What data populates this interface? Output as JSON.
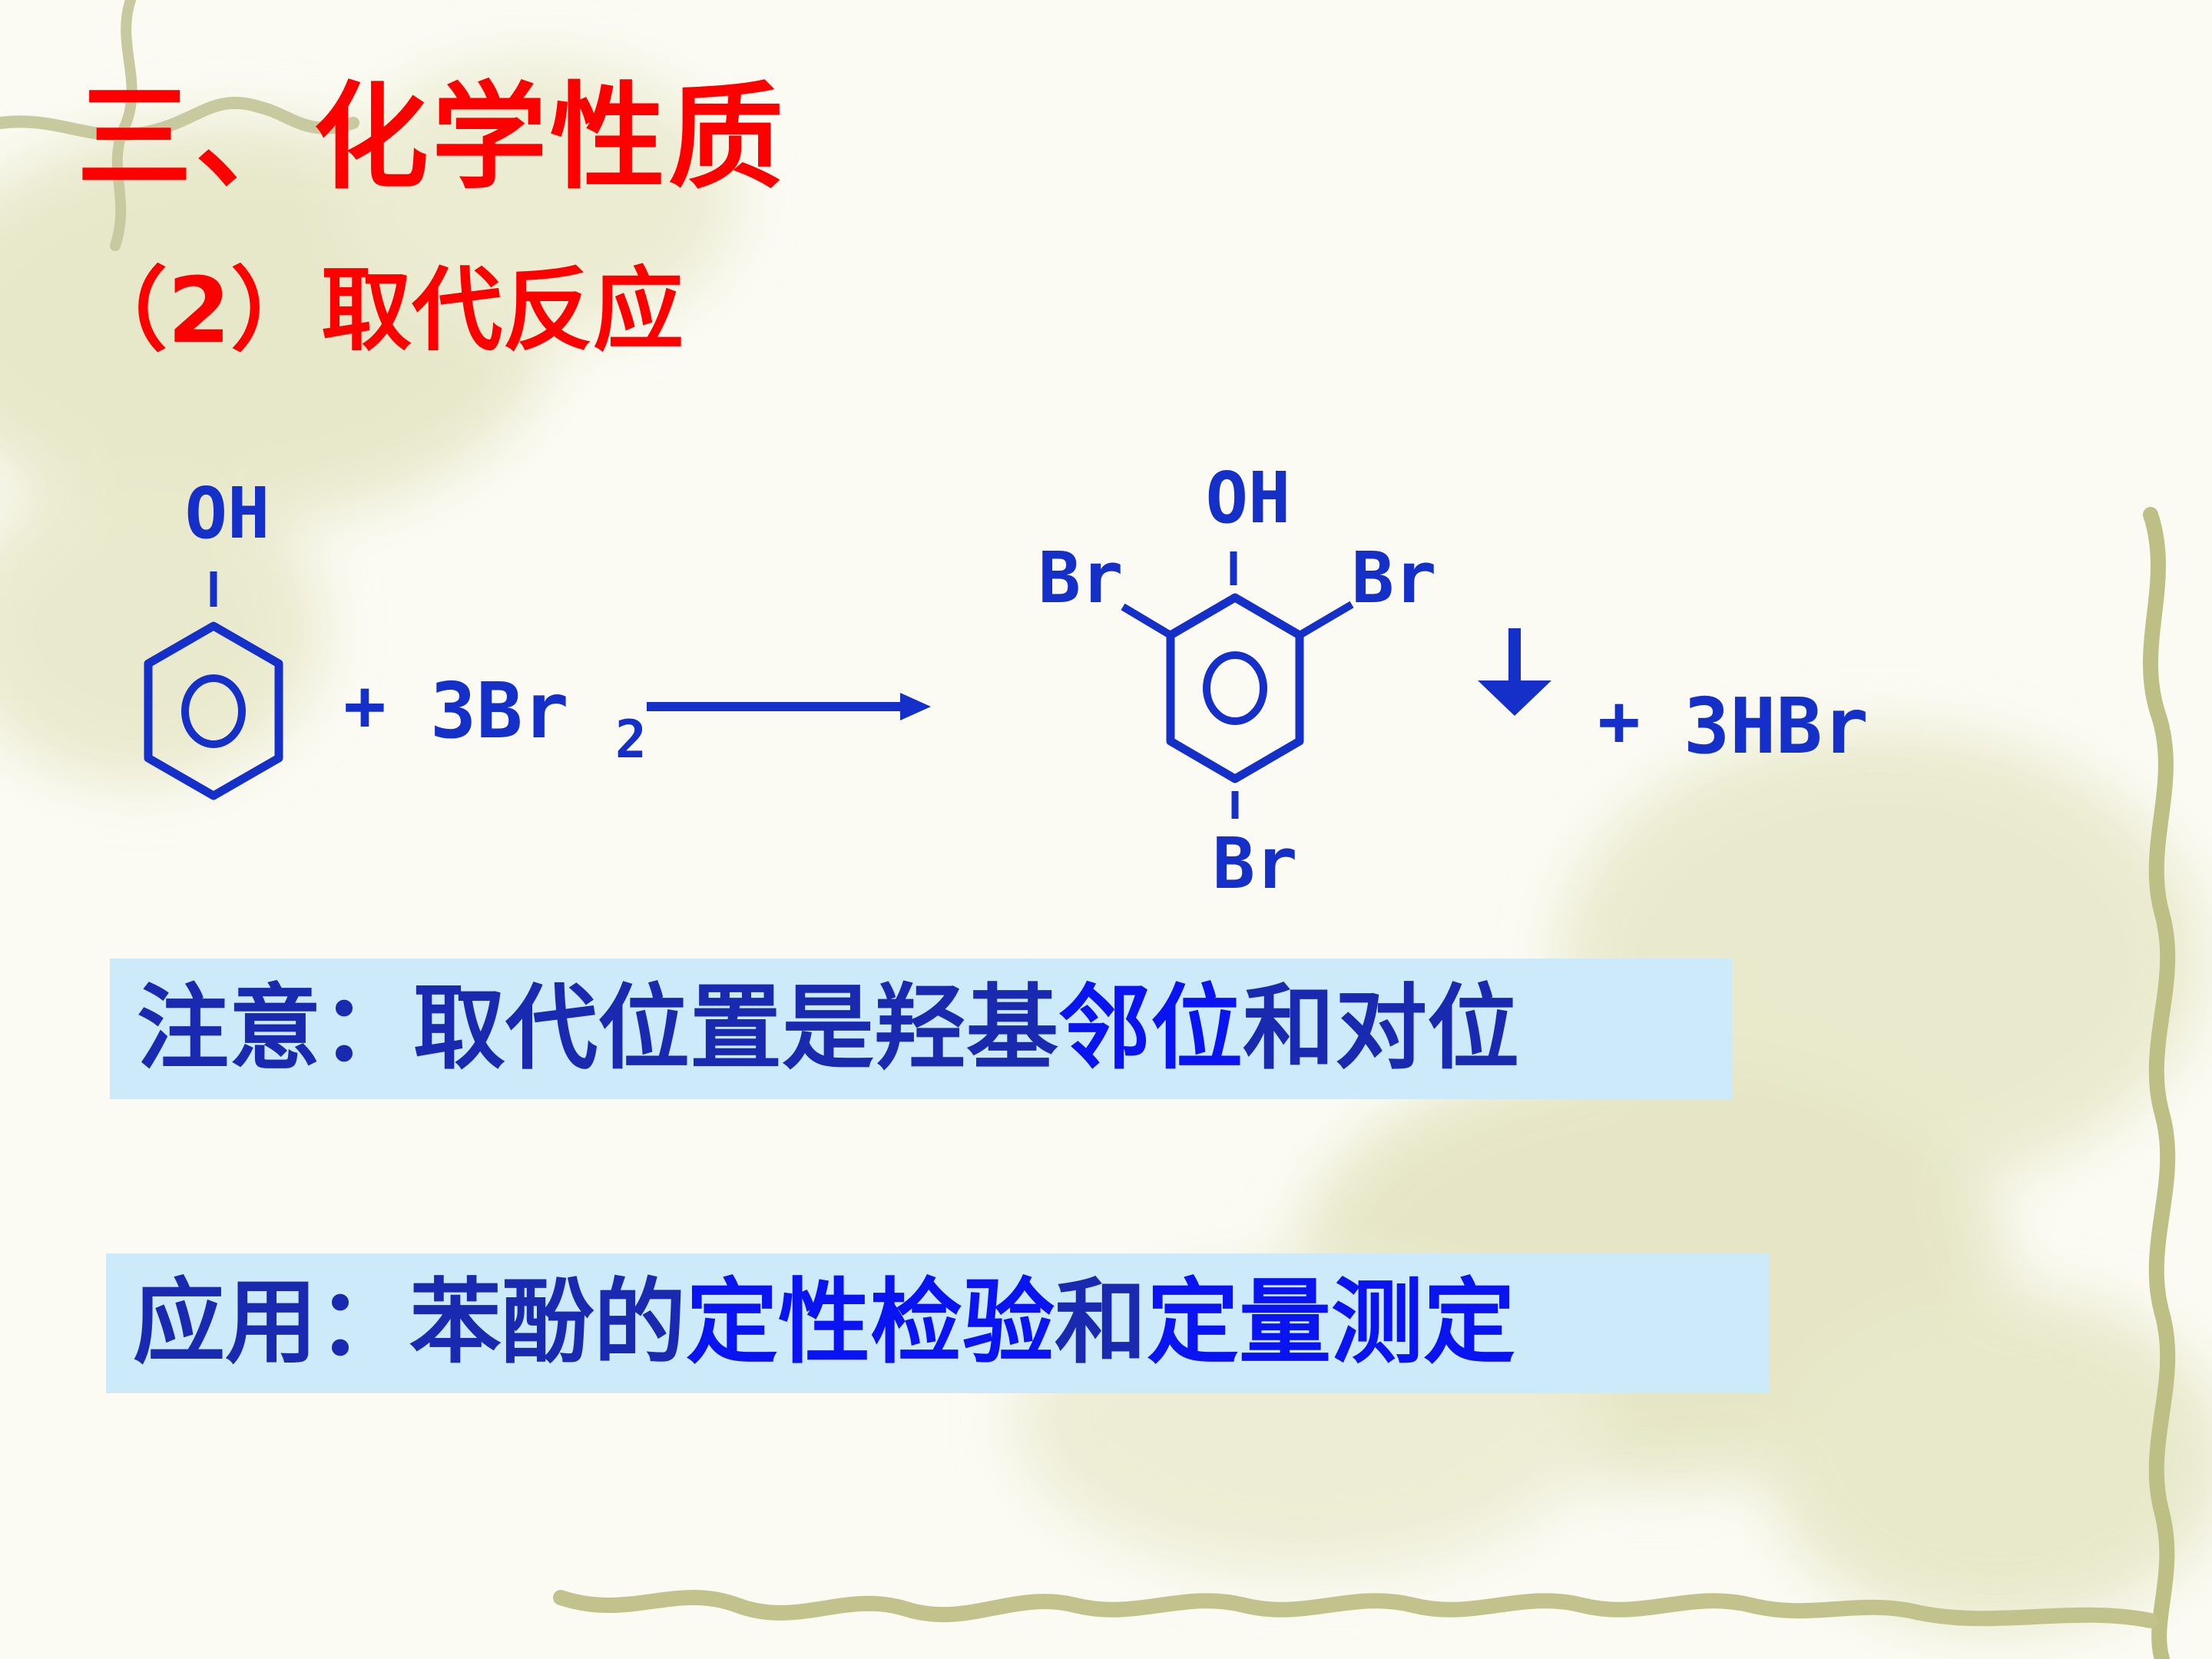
{
  "slide": {
    "title": "三、化学性质",
    "subtitle": "（2）取代反应"
  },
  "reaction": {
    "reactant_group": "OH",
    "plus_1": "+",
    "reagent_coef": "3Br",
    "reagent_sub": "2",
    "product_top_group": "OH",
    "product_left_group": "Br",
    "product_right_group": "Br",
    "product_bottom_group": "Br",
    "plus_2": "+",
    "byproduct": "3HBr"
  },
  "note": {
    "label": "注意：取代位置是羟基",
    "highlight": "邻位",
    "and": "和",
    "rest": "对位"
  },
  "application": {
    "label": "应用：苯酚的",
    "highlight_1": "定性检验",
    "and": "和",
    "highlight_2": "定量测定"
  },
  "colors": {
    "title": "#ff0000",
    "chem": "#1530c8",
    "box_bg": "#cdeafb",
    "dark_text": "#1a2ab0",
    "bright_text": "#0a14f0"
  }
}
